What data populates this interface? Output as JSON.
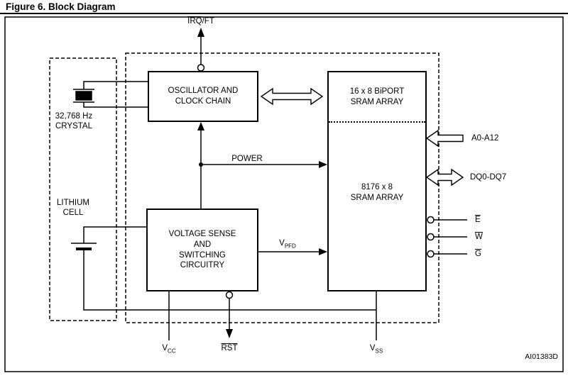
{
  "figure": {
    "title": "Figure 6. Block Diagram",
    "code": "AI01383D"
  },
  "blocks": {
    "oscillator": "OSCILLATOR AND\nCLOCK CHAIN",
    "biport_sram": "16 x 8 BiPORT\nSRAM ARRAY",
    "main_sram": "8176 x 8\nSRAM ARRAY",
    "voltage_sense": "VOLTAGE SENSE\nAND\nSWITCHING\nCIRCUITRY"
  },
  "components": {
    "crystal": "32,768 Hz\nCRYSTAL",
    "battery": "LITHIUM\nCELL"
  },
  "signals": {
    "irq": {
      "overline": "IRQ",
      "rest": "/FT"
    },
    "power": "POWER",
    "vpfd": {
      "base": "V",
      "sub": "PFD"
    },
    "address_bus": "A0-A12",
    "data_bus": "DQ0-DQ7",
    "e": "E",
    "w": "W",
    "g": "G",
    "vcc": {
      "base": "V",
      "sub": "CC"
    },
    "rst": "RST",
    "vss": {
      "base": "V",
      "sub": "SS"
    }
  },
  "colors": {
    "ink": "#000000",
    "background": "#ffffff"
  }
}
